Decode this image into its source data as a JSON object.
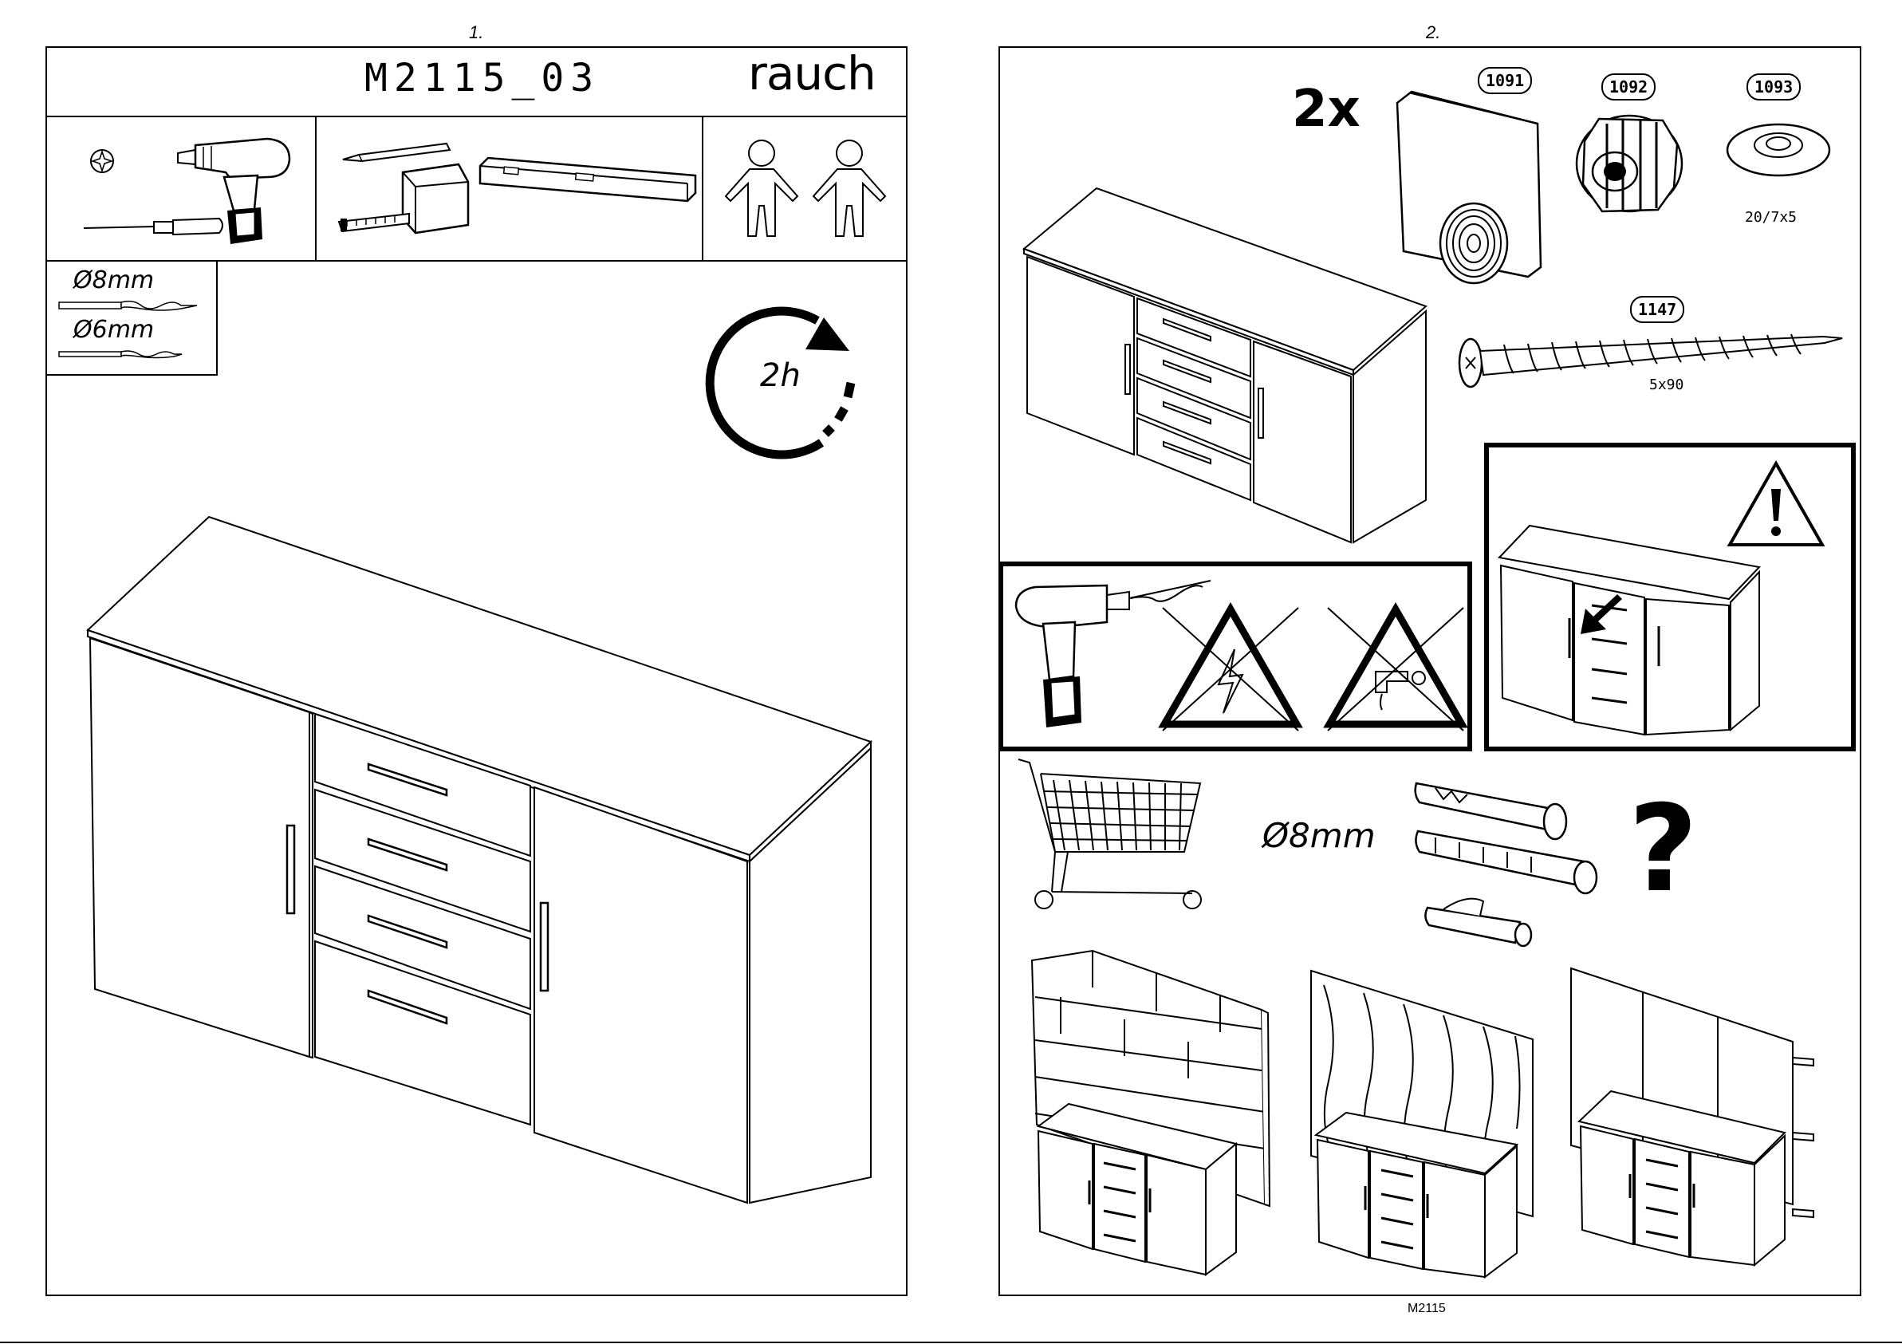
{
  "page1": {
    "number": "1.",
    "model_code": "M2115_03",
    "brand": "rauch",
    "drill_bits": [
      "Ø8mm",
      "Ø6mm"
    ],
    "time_label": "2h"
  },
  "page2": {
    "number": "2.",
    "quantity": "2x",
    "parts": [
      {
        "id": "1091",
        "size": ""
      },
      {
        "id": "1092",
        "size": ""
      },
      {
        "id": "1093",
        "size": "20/7x5"
      },
      {
        "id": "1147",
        "size": "5x90"
      }
    ],
    "dowel_size": "Ø8mm",
    "question_mark": "?",
    "footer": "M2115"
  },
  "icons": [
    "phillips-bit-icon",
    "cordless-drill-icon",
    "screwdriver-icon",
    "pencil-icon",
    "tape-measure-icon",
    "spirit-level-icon",
    "two-persons-icon",
    "drill-bit-icon",
    "clock-icon",
    "warning-icon",
    "no-electricity-icon",
    "no-water-pipe-icon",
    "shopping-cart-icon",
    "wall-plug-icon"
  ]
}
